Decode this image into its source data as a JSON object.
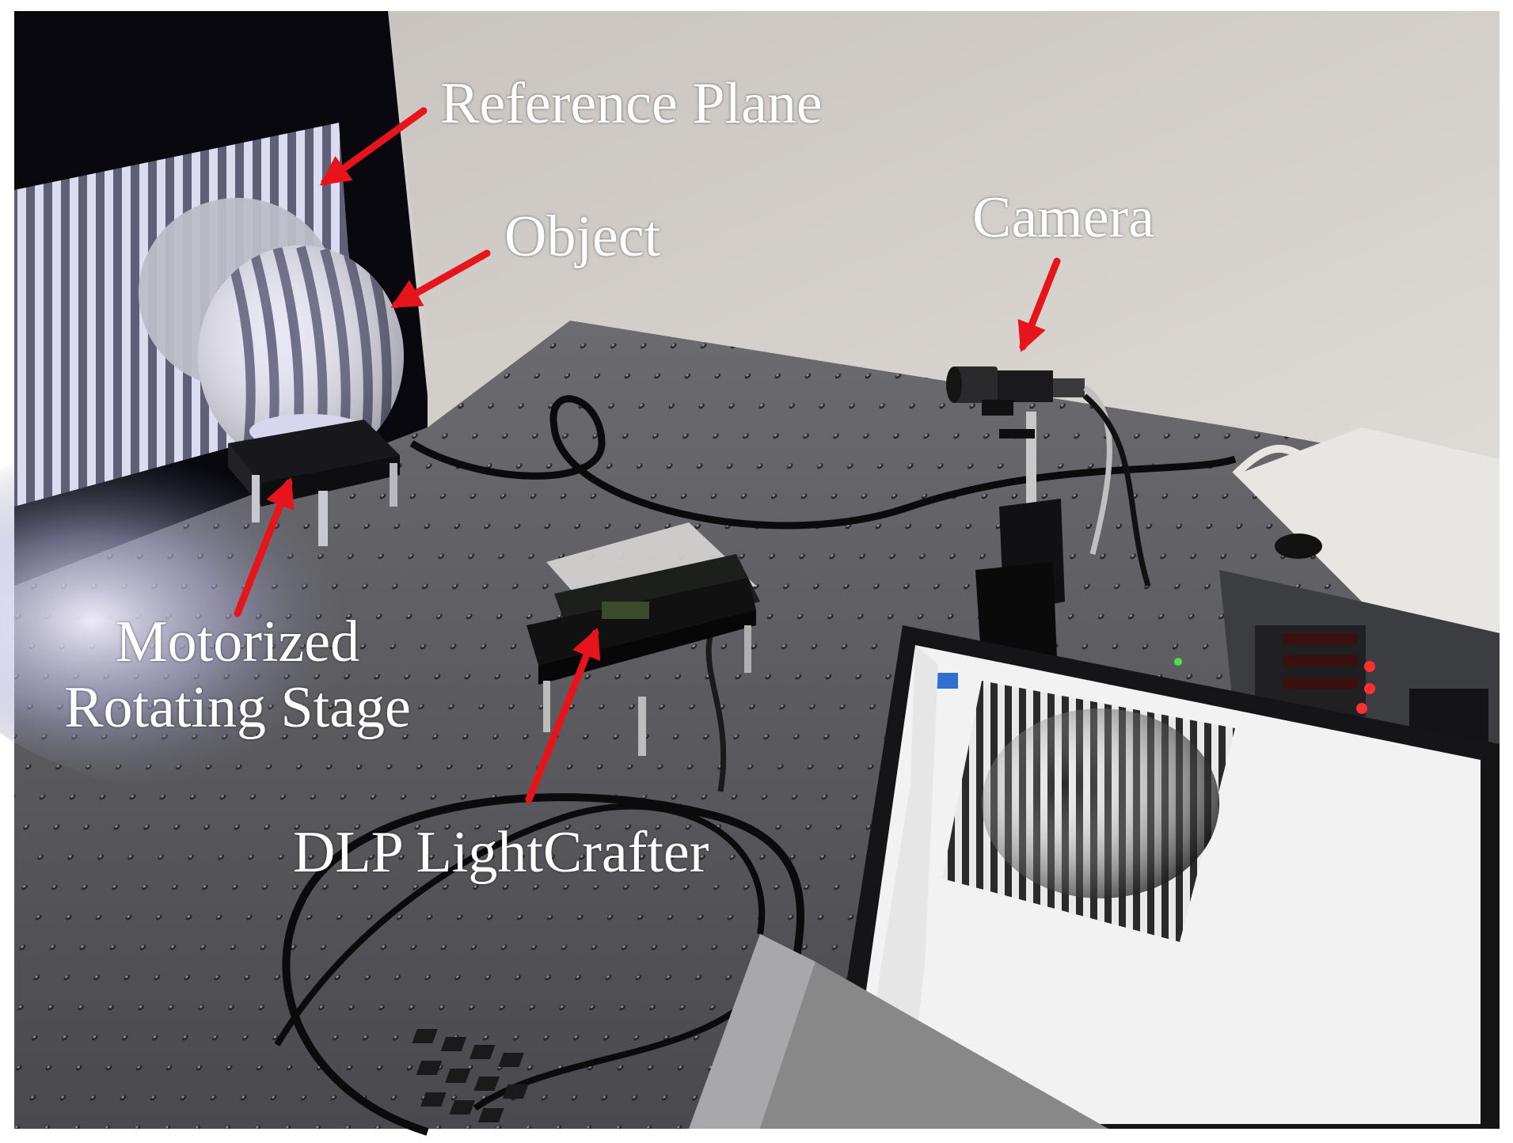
{
  "labels": {
    "reference_plane": "Reference Plane",
    "object": "Object",
    "camera": "Camera",
    "motorized_rotating_stage": [
      "Motorized",
      "Rotating Stage"
    ],
    "dlp_lightcrafter": "DLP LightCrafter"
  },
  "colors": {
    "arrow": "#e8141c",
    "label_text": "#ffffff",
    "table_surface": "#5b5b5e",
    "wall": "#cfcbc7",
    "board": "#0a0a12"
  }
}
